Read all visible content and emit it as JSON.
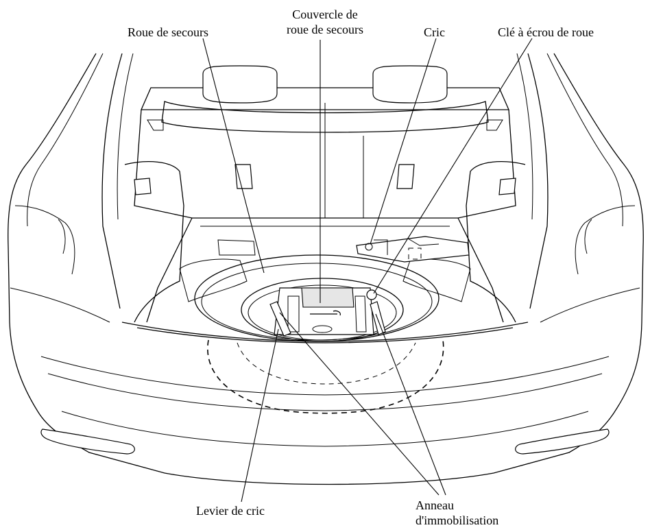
{
  "labels": {
    "spare_wheel": "Roue de secours",
    "spare_cover_line1": "Couvercle de",
    "spare_cover_line2": "roue de secours",
    "jack": "Cric",
    "lug_wrench": "Clé à écrou de roue",
    "jack_lever": "Levier de cric",
    "tiedown_line1": "Anneau",
    "tiedown_line2": "d'immobilisation"
  }
}
